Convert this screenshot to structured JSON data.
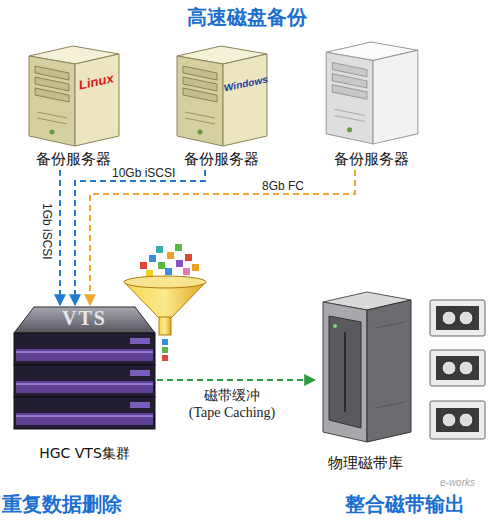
{
  "diagram": {
    "title": "高速磁盘备份",
    "nodes": [
      {
        "text": [
          "Linux",
          "备份服务器"
        ]
      },
      {
        "text": [
          "Windows",
          "备份服务器"
        ]
      },
      {
        "text": [
          "备份服务器"
        ]
      },
      {
        "text": [
          "VTS",
          "HGC VTS集群"
        ]
      },
      {
        "text": [
          "物理磁带库"
        ]
      }
    ],
    "edges": [
      {
        "from": 0,
        "to": 3,
        "label": "1Gb iSCSI",
        "arrow": "to"
      },
      {
        "from": 1,
        "to": 3,
        "label": "10Gb iSCSI",
        "arrow": "to"
      },
      {
        "from": 2,
        "to": 3,
        "label": "8Gb FC",
        "arrow": "to"
      },
      {
        "from": 3,
        "to": 4,
        "label": "磁带缓冲 (Tape Caching)",
        "arrow": "to"
      }
    ],
    "labels": [
      "重复数据删除",
      "整合磁带输出",
      "e-works"
    ]
  }
}
